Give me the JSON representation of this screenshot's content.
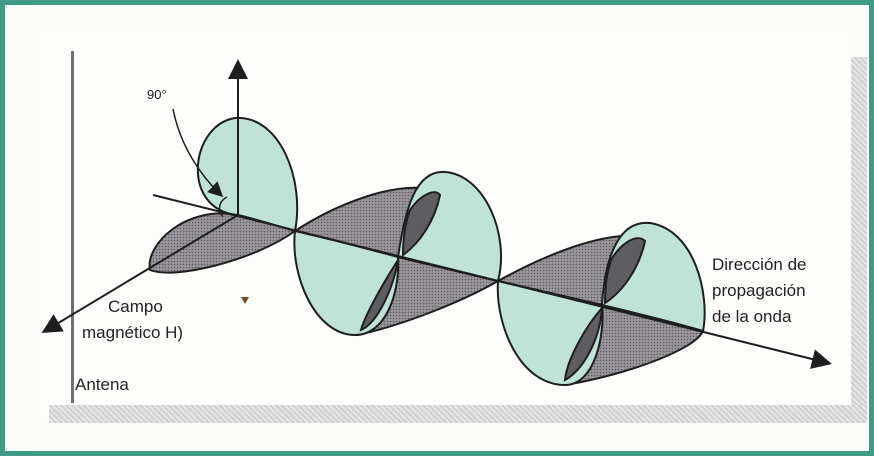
{
  "labels": {
    "angle": "90°",
    "magnetic_field_line1": "Campo",
    "magnetic_field_line2": "magnético H)",
    "antenna": "Antena",
    "direction_line1": "Dirección de",
    "direction_line2": "propagación",
    "direction_line3": "de la onda"
  },
  "colors": {
    "frame_border": "#3f9a86",
    "electric_lobe_fill": "#bfe3d6",
    "magnetic_lobe_fill": "#8d8a90",
    "stroke": "#1e1e1e"
  }
}
